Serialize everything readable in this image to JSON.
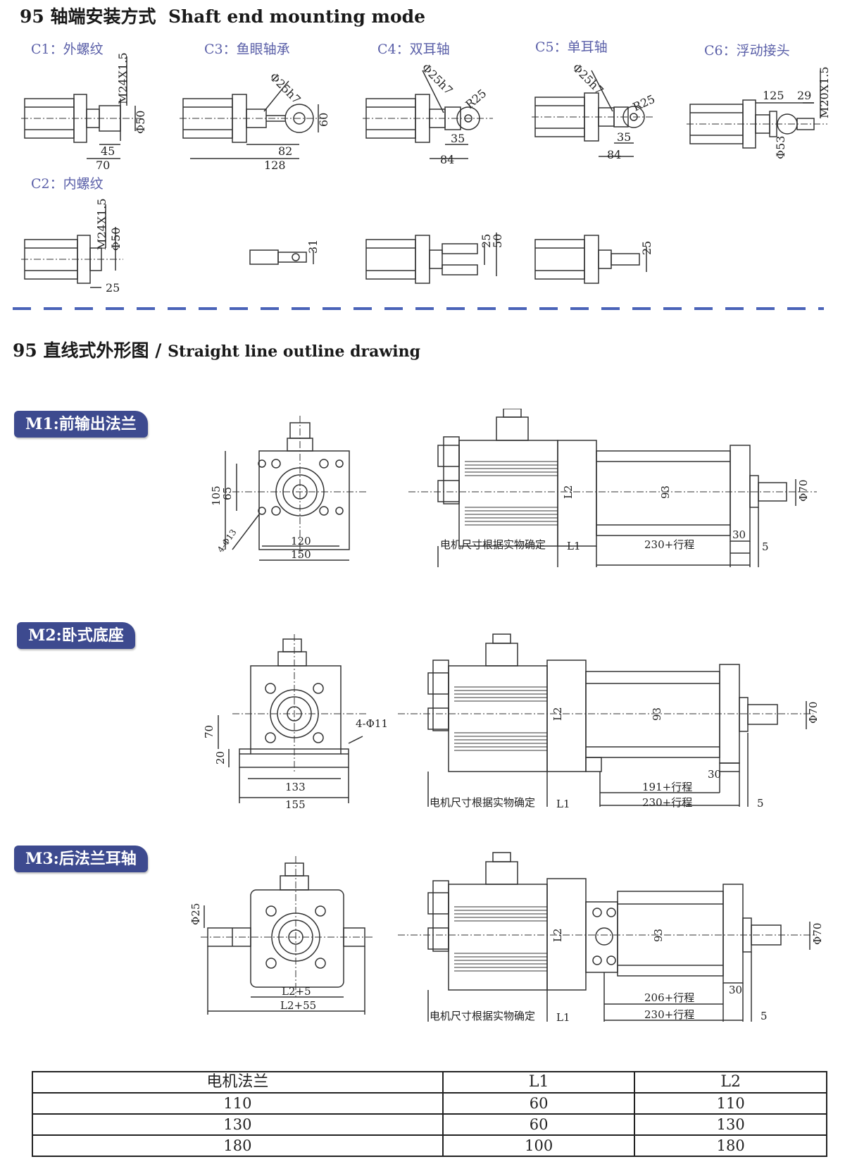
{
  "shaft_section": {
    "number": "95",
    "title_cn": "轴端安装方式",
    "title_en": "Shaft end mounting mode",
    "mounts": [
      {
        "label": "C1：外螺纹",
        "dims": [
          "M24X1.5",
          "Φ50",
          "45",
          "70"
        ]
      },
      {
        "label": "C3：鱼眼轴承",
        "dims": [
          "Φ25h7",
          "60",
          "82",
          "128",
          "31"
        ]
      },
      {
        "label": "C4：双耳轴",
        "dims": [
          "Φ25h7",
          "R25",
          "35",
          "84",
          "25",
          "50"
        ]
      },
      {
        "label": "C5：单耳轴",
        "dims": [
          "Φ25h7",
          "R25",
          "35",
          "84",
          "25"
        ]
      },
      {
        "label": "C6：浮动接头",
        "dims": [
          "125",
          "29",
          "M20X1.5",
          "Φ53"
        ]
      },
      {
        "label": "C2：内螺纹",
        "dims": [
          "M24X1.5",
          "Φ50",
          "25"
        ]
      }
    ]
  },
  "outline_section": {
    "number": "95",
    "title_cn": "直线式外形图 /",
    "title_en": "Straight line outline drawing"
  },
  "m1": {
    "badge": "M1:前输出法兰",
    "front": {
      "h1": "105",
      "h2": "65",
      "hole": "4-Φ13",
      "w1": "120",
      "w2": "150"
    },
    "side": {
      "note": "电机尺寸根据实物确定",
      "l1": "L1",
      "l2": "L2",
      "body": "93",
      "stroke": "230+行程",
      "d30": "30",
      "d5": "5",
      "dia": "Φ70"
    }
  },
  "m2": {
    "badge": "M2:卧式底座",
    "front": {
      "h1": "70",
      "h2": "20",
      "hole": "4-Φ11",
      "w1": "133",
      "w2": "155"
    },
    "side": {
      "note": "电机尺寸根据实物确定",
      "l1": "L1",
      "l2": "L2",
      "body": "93",
      "stroke1": "191+行程",
      "stroke": "230+行程",
      "d30": "30",
      "d5": "5",
      "dia": "Φ70"
    }
  },
  "m3": {
    "badge": "M3:后法兰耳轴",
    "front": {
      "dia": "Φ25",
      "w1": "L2+5",
      "w2": "L2+55"
    },
    "side": {
      "note": "电机尺寸根据实物确定",
      "l1": "L1",
      "l2": "L2",
      "body": "93",
      "stroke1": "206+行程",
      "stroke": "230+行程",
      "d30": "30",
      "d5": "5",
      "dia": "Φ70"
    }
  },
  "table": {
    "headers": [
      "电机法兰",
      "L1",
      "L2"
    ],
    "rows": [
      [
        "110",
        "60",
        "110"
      ],
      [
        "130",
        "60",
        "130"
      ],
      [
        "180",
        "100",
        "180"
      ]
    ]
  },
  "colors": {
    "badge": "#3d4a8f",
    "label": "#5a5fa8",
    "dash": "#4a63b8",
    "line": "#333333"
  }
}
